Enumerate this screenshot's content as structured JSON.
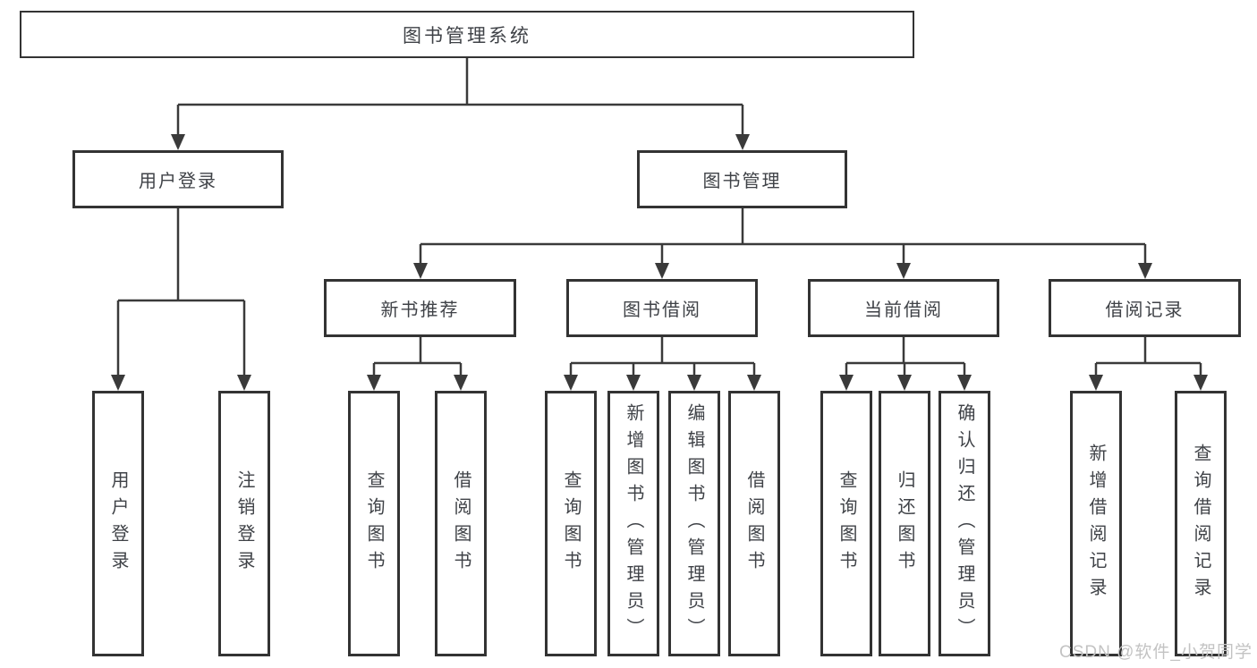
{
  "diagram": {
    "root": {
      "label": "图书管理系统"
    },
    "level2": [
      {
        "id": "user-login",
        "label": "用户登录"
      },
      {
        "id": "book-management",
        "label": "图书管理"
      }
    ],
    "level3": [
      {
        "id": "new-book-recommendation",
        "label": "新书推荐",
        "parent": "图书管理"
      },
      {
        "id": "book-borrowing",
        "label": "图书借阅",
        "parent": "图书管理"
      },
      {
        "id": "current-borrowing",
        "label": "当前借阅",
        "parent": "图书管理"
      },
      {
        "id": "borrowing-records",
        "label": "借阅记录",
        "parent": "图书管理"
      }
    ],
    "leaves": [
      {
        "label": "用户登录",
        "parent": "用户登录"
      },
      {
        "label": "注销登录",
        "parent": "用户登录"
      },
      {
        "label": "查询图书",
        "parent": "新书推荐"
      },
      {
        "label": "借阅图书",
        "parent": "新书推荐"
      },
      {
        "label": "查询图书",
        "parent": "图书借阅"
      },
      {
        "label": "新增图书（管理员）",
        "parent": "图书借阅"
      },
      {
        "label": "编辑图书（管理员）",
        "parent": "图书借阅"
      },
      {
        "label": "借阅图书",
        "parent": "图书借阅"
      },
      {
        "label": "查询图书",
        "parent": "当前借阅"
      },
      {
        "label": "归还图书",
        "parent": "当前借阅"
      },
      {
        "label": "确认归还（管理员）",
        "parent": "当前借阅"
      },
      {
        "label": "新增借阅记录",
        "parent": "借阅记录"
      },
      {
        "label": "查询借阅记录",
        "parent": "借阅记录"
      }
    ]
  },
  "watermark": {
    "text": "CSDN @软件_小贺同学"
  },
  "colors": {
    "line": "#3a3a3a",
    "box_border": "#333333",
    "text": "#3f4247",
    "background": "#ffffff",
    "watermark": "#c3c3c3"
  }
}
